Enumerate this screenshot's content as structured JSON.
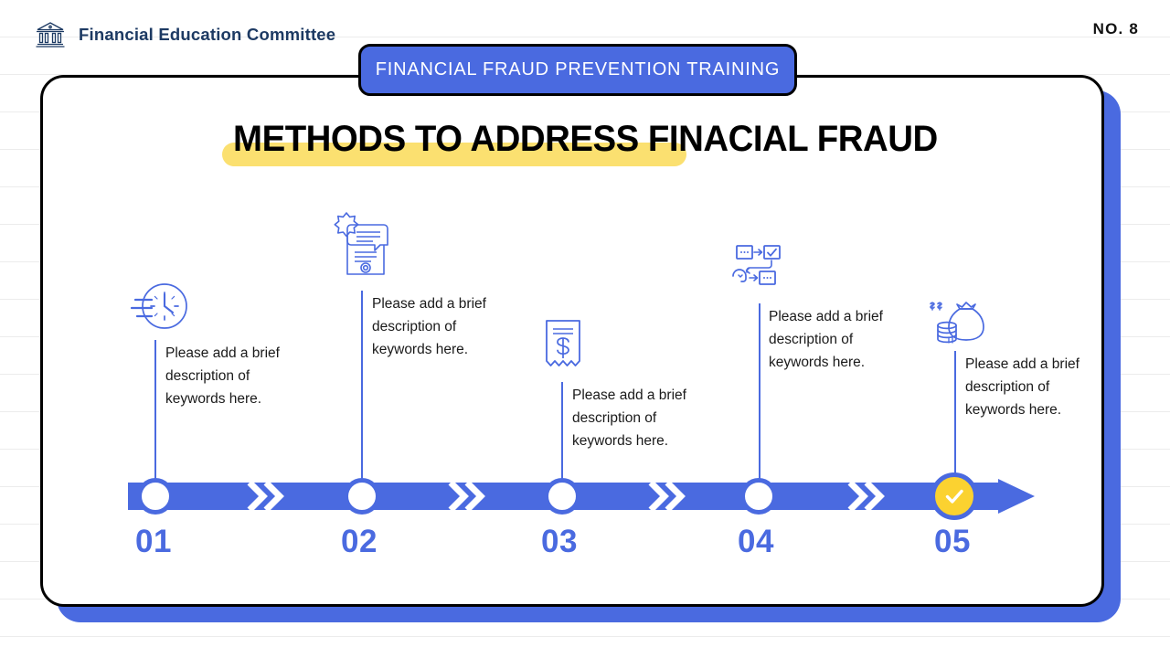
{
  "header": {
    "brand_icon": "bank-building-icon",
    "brand_title": "Financial Education Committee",
    "page_number": "NO. 8"
  },
  "banner": {
    "text": "FINANCIAL FRAUD PREVENTION TRAINING"
  },
  "title": {
    "text": "METHODS TO ADDRESS FINACIAL FRAUD",
    "highlight_text": "METHODS TO ADDRESS",
    "highlight_color": "#fbe070"
  },
  "colors": {
    "primary_blue": "#4a6ae0",
    "accent_yellow": "#fbd230",
    "navy": "#1d3a63",
    "black": "#000000",
    "rule_line": "#ececec"
  },
  "timeline": {
    "steps": [
      {
        "number": "01",
        "icon": "clock-speed-icon",
        "description": "Please add a brief description of keywords here.",
        "state": "pending"
      },
      {
        "number": "02",
        "icon": "certificate-award-icon",
        "description": "Please add a brief description of keywords here.",
        "state": "pending"
      },
      {
        "number": "03",
        "icon": "dollar-receipt-icon",
        "description": "Please add a brief description of keywords here.",
        "state": "pending"
      },
      {
        "number": "04",
        "icon": "process-flow-check-icon",
        "description": "Please add a brief description of keywords here.",
        "state": "pending"
      },
      {
        "number": "05",
        "icon": "money-bag-coins-icon",
        "description": "Please add a brief description of keywords here.",
        "state": "complete",
        "marker": "check-icon"
      }
    ],
    "separator_icon": "double-chevron-right-icon"
  }
}
